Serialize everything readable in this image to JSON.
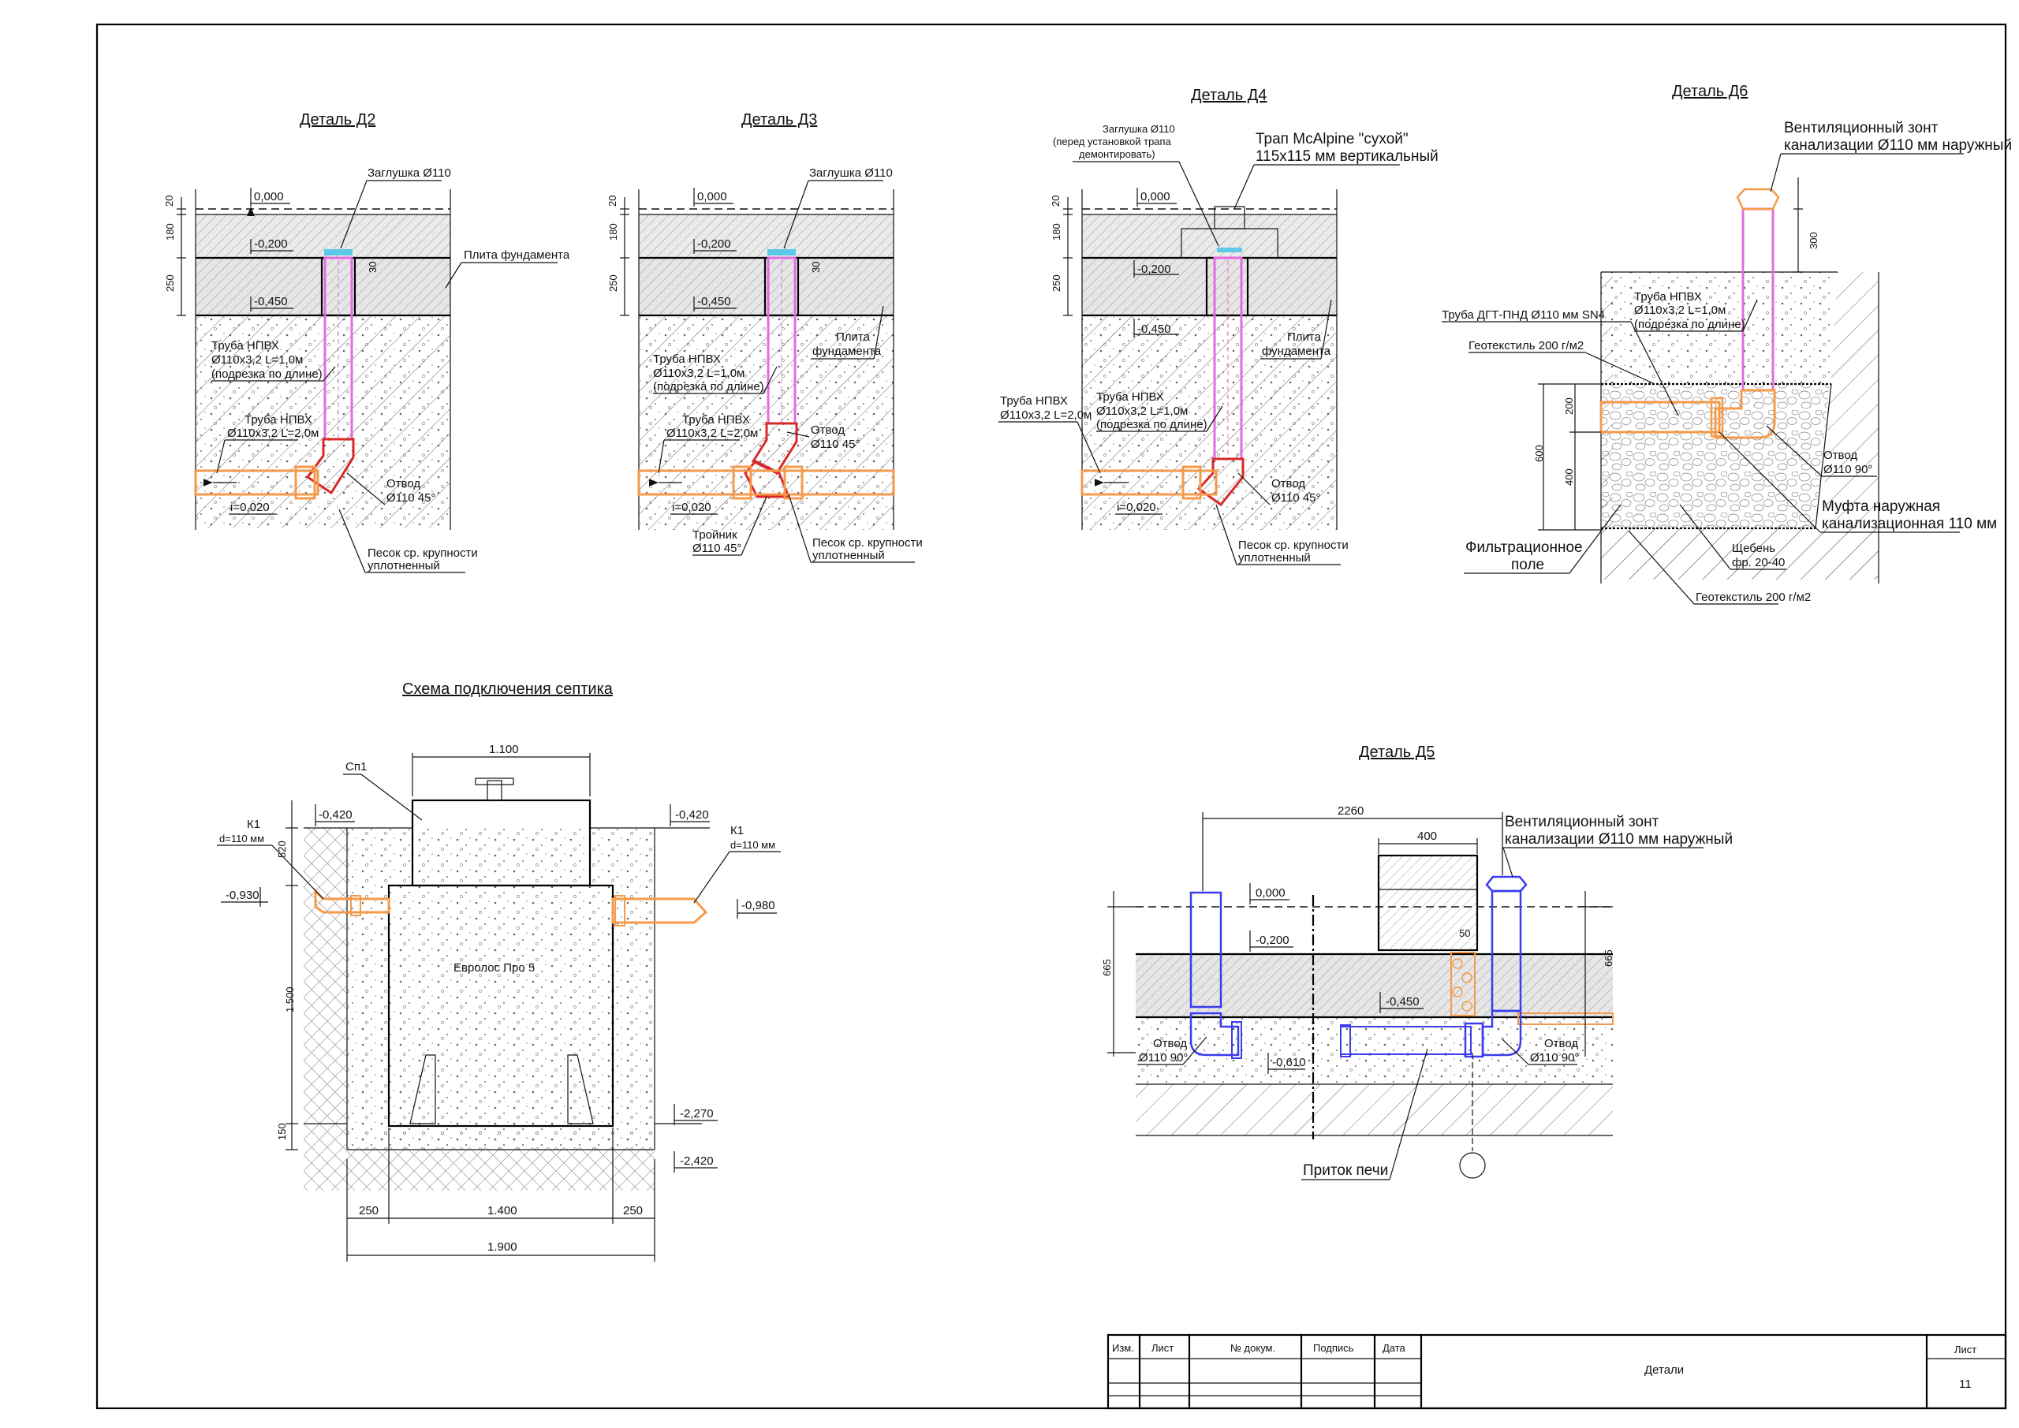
{
  "colors": {
    "orange_pipe": "#f59a4a",
    "red_pipe": "#d8282a",
    "magenta_pipe": "#e46be0",
    "blue_pipe": "#3b3bf0",
    "cap": "#5ec8e8",
    "concrete": "#e8e8e8",
    "tank": "#e3e3e3"
  },
  "d2": {
    "title": "Деталь Д2",
    "dim_20": "20",
    "dim_180": "180",
    "dim_250": "250",
    "dim_30": "30",
    "lvl_0": "0,000",
    "lvl_200": "-0,200",
    "lvl_450": "-0,450",
    "cap": "Заглушка Ø110",
    "slab": "Плита фундамента",
    "pipe_v1": "Труба НПВХ",
    "pipe_v2": "Ø110х3,2 L=1,0м",
    "pipe_v3": "(подрезка по длине)",
    "pipe_h1": "Труба НПВХ",
    "pipe_h2": "Ø110х3,2 L=2,0м",
    "elbow1": "Отвод",
    "elbow2": "Ø110 45°",
    "slope": "i=0,020",
    "sand1": "Песок ср. крупности",
    "sand2": "уплотненный"
  },
  "d3": {
    "title": "Деталь Д3",
    "dim_20": "20",
    "dim_180": "180",
    "dim_250": "250",
    "dim_30": "30",
    "lvl_0": "0,000",
    "lvl_200": "-0,200",
    "lvl_450": "-0,450",
    "cap": "Заглушка Ø110",
    "slab1": "Плита",
    "slab2": "фундамента",
    "pipe_v1": "Труба НПВХ",
    "pipe_v2": "Ø110х3,2 L=1,0м",
    "pipe_v3": "(подрезка по длине)",
    "pipe_h1": "Труба НПВХ",
    "pipe_h2": "Ø110х3,2 L=2,0м",
    "elbow1": "Отвод",
    "elbow2": "Ø110 45°",
    "slope": "i=0,020",
    "tee1": "Тройник",
    "tee2": "Ø110 45°",
    "sand1": "Песок ср. крупности",
    "sand2": "уплотненный"
  },
  "d4": {
    "title": "Деталь Д4",
    "dim_20": "20",
    "dim_180": "180",
    "dim_250": "250",
    "lvl_0": "0,000",
    "lvl_200": "-0,200",
    "lvl_450": "-0,450",
    "cap1": "Заглушка Ø110",
    "cap2": "(перед установкой трапа",
    "cap3": "демонтировать)",
    "trap1": "Трап McAlpine \"сухой\"",
    "trap2": "115х115 мм вертикальный",
    "slab1": "Плита",
    "slab2": "фундамента",
    "pipe_h1": "Труба НПВХ",
    "pipe_h2": "Ø110х3,2 L=2,0м",
    "pipe_v1": "Труба НПВХ",
    "pipe_v2": "Ø110х3,2 L=1,0м",
    "pipe_v3": "(подрезка по длине)",
    "elbow1": "Отвод",
    "elbow2": "Ø110 45°",
    "slope": "i=0,020",
    "sand1": "Песок ср. крупности",
    "sand2": "уплотненный"
  },
  "d6": {
    "title": "Деталь Д6",
    "vent1": "Вентиляционный зонт",
    "vent2": "канализации Ø110 мм наружный",
    "dim_300": "300",
    "dim_600": "600",
    "dim_200": "200",
    "dim_400": "400",
    "pipe1": "Труба НПВХ",
    "pipe2": "Ø110х3,2 L=1,0м",
    "pipe3": "(подрезка по длине)",
    "hdpe": "Труба ДГТ-ПНД Ø110 мм SN4",
    "geo_top": "Геотекстиль 200 г/м2",
    "elbow1": "Отвод",
    "elbow2": "Ø110 90°",
    "coupling1": "Муфта наружная",
    "coupling2": "канализационная 110 мм",
    "gravel1": "Щебень",
    "gravel2": "фр. 20-40",
    "field1": "Фильтрационное",
    "field2": "поле",
    "geo_bottom": "Геотекстиль 200 г/м2"
  },
  "septic": {
    "title": "Схема подключения септика",
    "dim_1100": "1.100",
    "label_cp1": "Сп1",
    "lvl_420_l": "-0,420",
    "lvl_420_r": "-0,420",
    "k1_l1": "К1",
    "k1_l2": "d=110 мм",
    "k1_r1": "К1",
    "k1_r2": "d=110 мм",
    "lvl_930": "-0,930",
    "lvl_980": "-0,980",
    "dim_520": "520",
    "dim_1500": "1.500",
    "dim_150": "150",
    "tank": "Евролос Про 5",
    "lvl_2270": "-2,270",
    "lvl_2420": "-2,420",
    "dim_250_l": "250",
    "dim_1400": "1.400",
    "dim_250_r": "250",
    "dim_1900": "1.900"
  },
  "d5": {
    "title": "Деталь Д5",
    "dim_2260": "2260",
    "dim_400": "400",
    "dim_50": "50",
    "dim_665_l": "665",
    "dim_665_r": "665",
    "vent1": "Вентиляционный зонт",
    "vent2": "канализации Ø110 мм наружный",
    "lvl_0": "0,000",
    "lvl_200": "-0,200",
    "lvl_450": "-0,450",
    "lvl_610": "-0,610",
    "elbow_l1": "Отвод",
    "elbow_l2": "Ø110 90°",
    "elbow_r1": "Отвод",
    "elbow_r2": "Ø110 90°",
    "inflow": "Приток печи"
  },
  "stamp": {
    "h_izm": "Изм.",
    "h_list": "Лист",
    "h_doc": "№ докум.",
    "h_sign": "Подпись",
    "h_date": "Дата",
    "name": "Детали",
    "sheet_label": "Лист",
    "sheet_num": "11"
  }
}
